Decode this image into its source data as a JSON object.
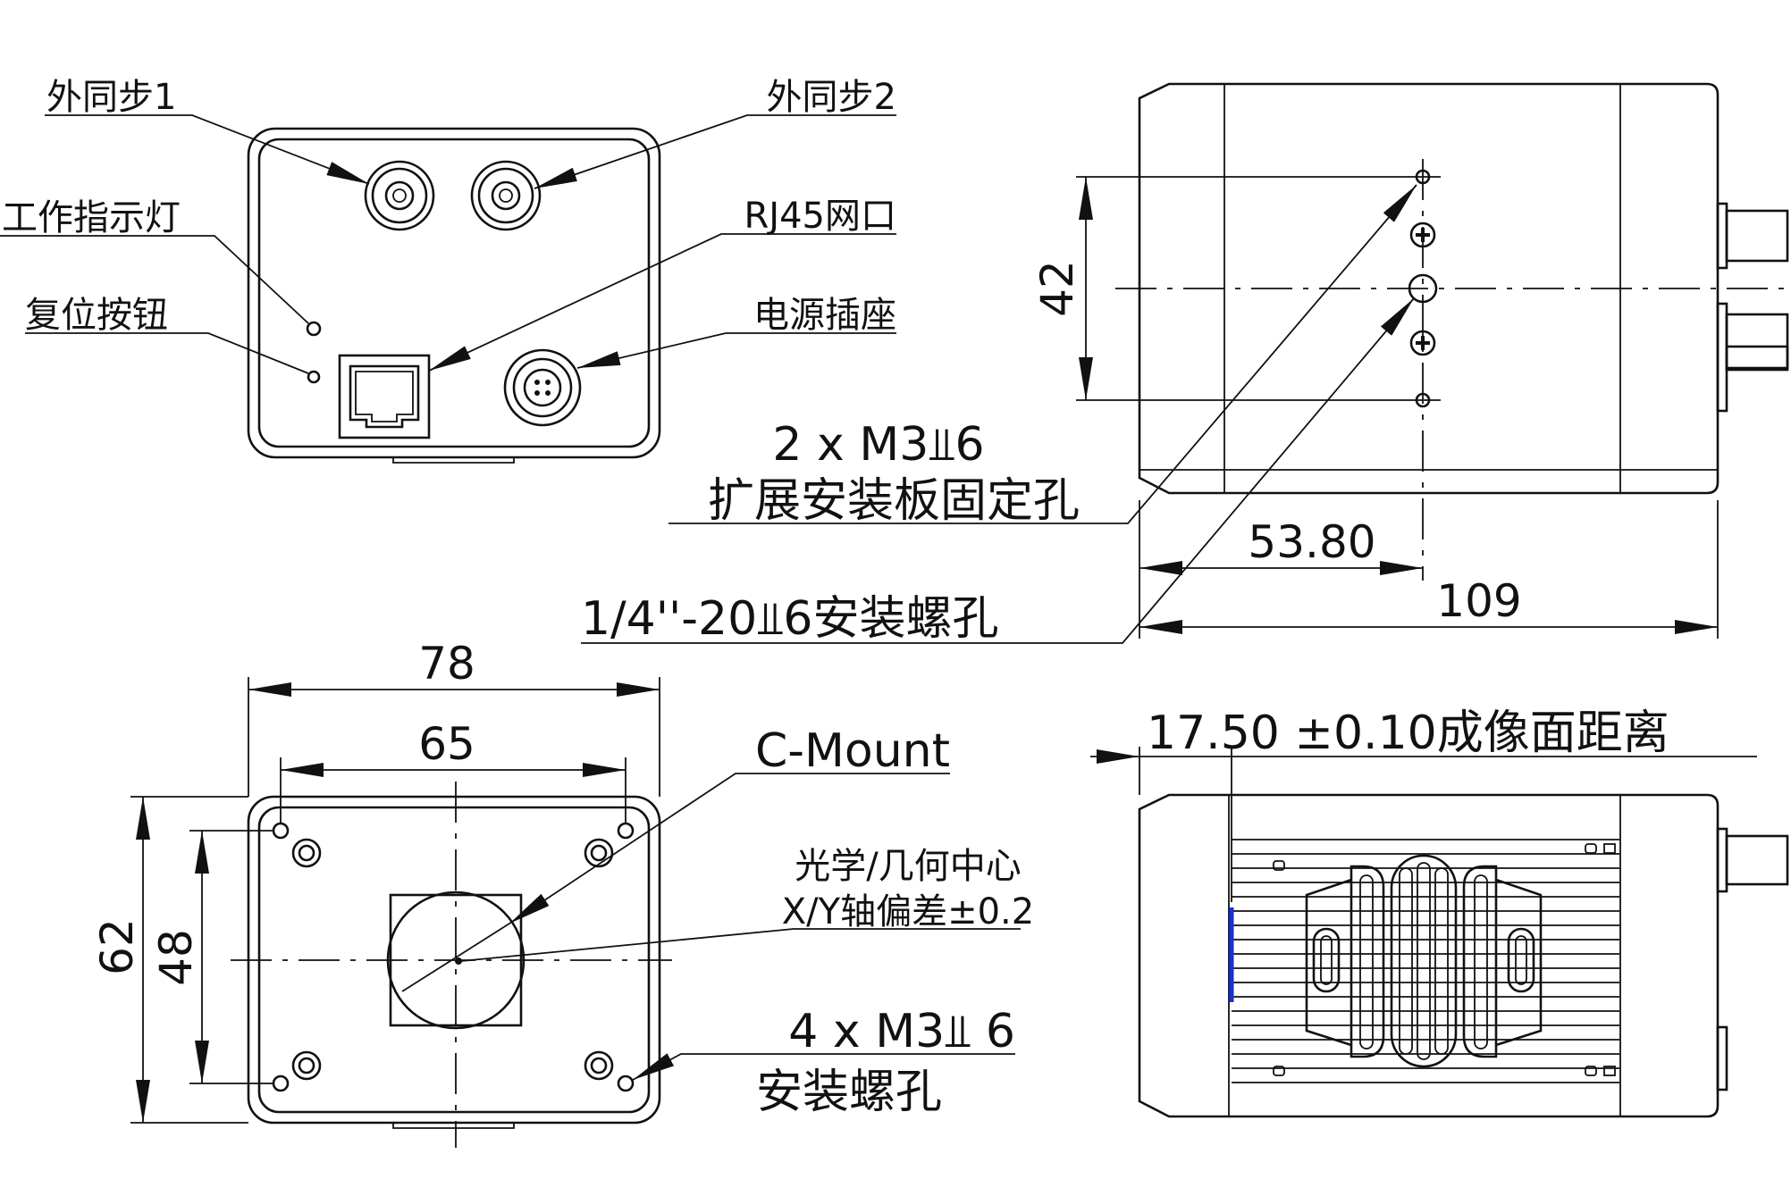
{
  "labels": {
    "ext_sync_1": "外同步1",
    "ext_sync_2": "外同步2",
    "status_led": "工作指示灯",
    "reset_button": "复位按钮",
    "rj45_port": "RJ45网口",
    "power_socket": "电源插座",
    "ext_plate_line1": "2 x M3⫫6",
    "ext_plate_line2": "扩展安装板固定孔",
    "tripod_hole": "1/4''-20⫫6安装螺孔",
    "c_mount": "C-Mount",
    "optical_center_line1": "光学/几何中心",
    "optical_center_line2": "X/Y轴偏差±0.2",
    "mount_holes_line1": "4 x  M3⫫ 6",
    "mount_holes_line2": "安装螺孔",
    "flange_distance": "17.50 ±0.10成像面距离"
  },
  "dimensions": {
    "side_hole_spacing": "42",
    "side_offset": "53.80",
    "side_length": "109",
    "front_width": "78",
    "front_hole_spacing_x": "65",
    "front_height": "62",
    "front_hole_spacing_y": "48"
  },
  "colors": {
    "line": "#111111",
    "sensor_mark": "#1a2fd6"
  }
}
